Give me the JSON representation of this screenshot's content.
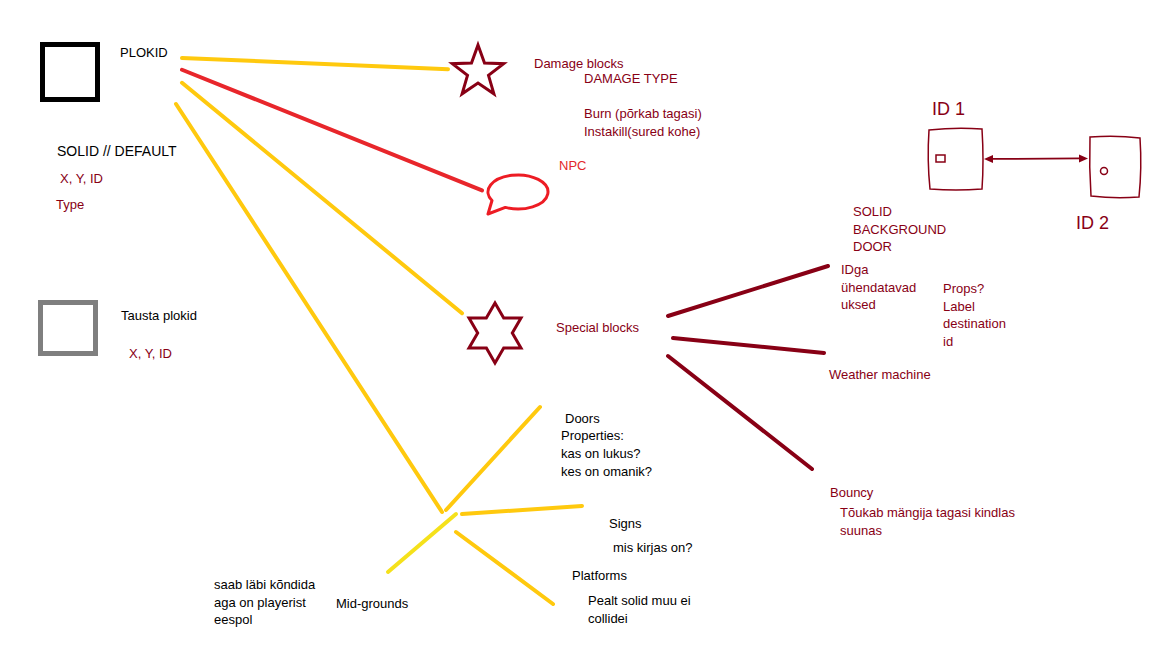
{
  "diagram": {
    "nodes": [
      {
        "text": [
          "PLOKID"
        ]
      },
      {
        "text": [
          "Damage blocks"
        ]
      },
      {
        "text": [
          "ID 1"
        ]
      },
      {
        "text": [
          "ID 2"
        ]
      },
      {
        "text": [
          "NPC"
        ]
      },
      {
        "text": [
          "Tausta plokid"
        ]
      },
      {
        "text": [
          "Special blocks"
        ]
      }
    ],
    "edges": [
      {
        "from": 0,
        "to": 1,
        "arrow": "none"
      },
      {
        "from": 0,
        "to": 4,
        "arrow": "none"
      },
      {
        "from": 0,
        "to": 6,
        "arrow": "none"
      },
      {
        "from": 2,
        "to": 3,
        "arrow": "both"
      }
    ],
    "labels": [
      "SOLID // DEFAULT",
      "X, Y, ID",
      "Type",
      "X, Y, ID",
      "DAMAGE TYPE",
      "Burn (põrkab tagasi)",
      "Instakill(sured kohe)",
      "SOLID BACKGROUND DOOR",
      "IDga ühendatavad uksed",
      "Props? Label destination id",
      "Weather machine",
      "Doors",
      "Properties:",
      "kas on lukus?",
      "kes on omanik?",
      "Bouncy",
      "Tõukab mängija tagasi kindlas suunas",
      "Signs",
      "mis kirjas on?",
      "Platforms",
      "saab läbi kõndida aga on playerist eespol",
      "Pealt solid muu ei collidei",
      "Mid-grounds"
    ]
  }
}
